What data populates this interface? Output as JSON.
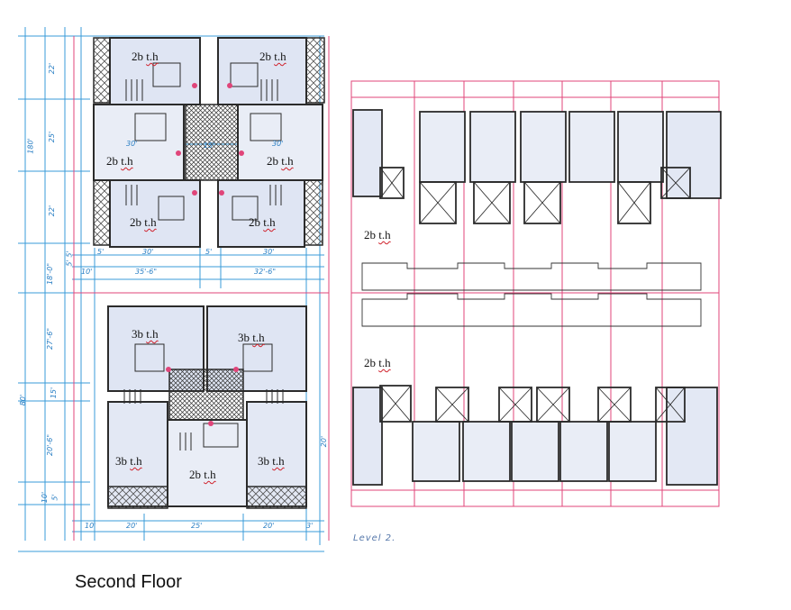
{
  "caption": "Second Floor",
  "level_note": "Level 2.",
  "colors": {
    "wall": "#2b2b2b",
    "room_fill": "#e9edf6",
    "room_tint": "#cfd9ee",
    "dimension_line": "#3a9bd9",
    "grid_line": "#e0457a",
    "squiggle": "#d0202a",
    "core_hatch": "#555555"
  },
  "left_block_top": {
    "units": [
      {
        "label": "2b t.h",
        "sq": "t.h"
      },
      {
        "label": "2b t.h",
        "sq": "t.h"
      },
      {
        "label": "2b t.h",
        "sq": "t.h"
      },
      {
        "label": "2b t.h",
        "sq": "t.h"
      },
      {
        "label": "2b t.h",
        "sq": "t.h"
      },
      {
        "label": "2b t.h",
        "sq": "t.h"
      }
    ]
  },
  "left_block_bottom": {
    "units": [
      {
        "label": "3b t.h",
        "sq": "t.h"
      },
      {
        "label": "3b t.h",
        "sq": "t.h"
      },
      {
        "label": "3b t.h",
        "sq": "t.h"
      },
      {
        "label": "2b t.h",
        "sq": "t.h"
      },
      {
        "label": "3b t.h",
        "sq": "t.h"
      }
    ]
  },
  "right_site": {
    "units": [
      {
        "label": "2b t.h",
        "sq": "t.h"
      },
      {
        "label": "2b t.h",
        "sq": "t.h"
      }
    ]
  },
  "dimensions": {
    "left_vertical": [
      "22'",
      "25'",
      "22'",
      "180'",
      "5'",
      "5'",
      "18'-0\"",
      "27'-6\"",
      "15'",
      "20'-6\"",
      "10'",
      "5'",
      "80'"
    ],
    "horizontal_top": [
      "30'",
      "30'",
      "15'"
    ],
    "horizontal_mid": [
      "5'",
      "30'",
      "5'",
      "30'",
      "10'",
      "35'-6\"",
      "32'-6\""
    ],
    "horizontal_bottom": [
      "10'",
      "20'",
      "25'",
      "20'",
      "3'"
    ],
    "right_side": [
      "20'"
    ]
  }
}
